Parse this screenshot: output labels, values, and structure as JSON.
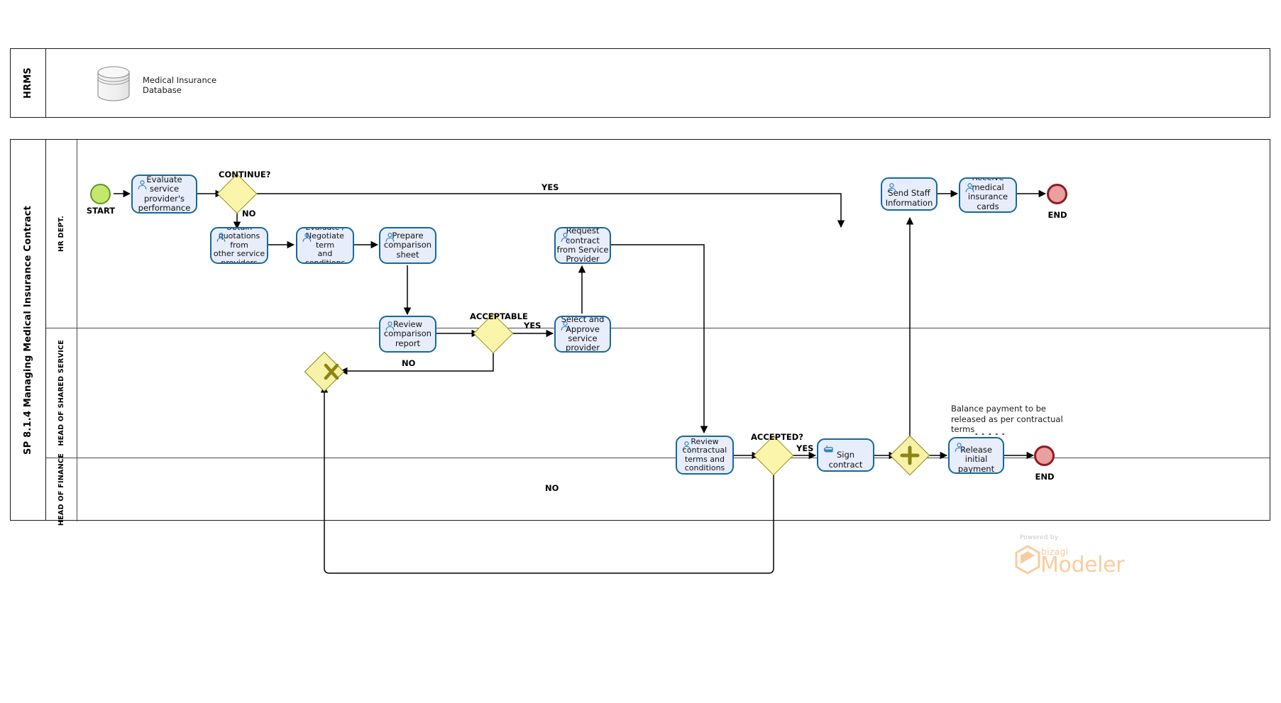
{
  "diagram": {
    "title": "SP 8.1.4 Managing Medical Insurance Contract",
    "type": "bpmn-flowchart"
  },
  "pools": [
    {
      "id": "hrms",
      "label": "HRMS"
    },
    {
      "id": "main",
      "label": "SP 8.1.4 Managing Medical Insurance Contract"
    }
  ],
  "lanes": [
    {
      "id": "hr",
      "label": "HR DEPT."
    },
    {
      "id": "shared",
      "label": "HEAD OF SHARED SERVICE"
    },
    {
      "id": "finance",
      "label": "HEAD OF FINANCE"
    }
  ],
  "datastore": {
    "name": "medical-insurance-database",
    "label": "Medical Insurance\nDatabase"
  },
  "events": [
    {
      "id": "start1",
      "kind": "start",
      "caption": "START",
      "lane": "hr"
    },
    {
      "id": "end1",
      "kind": "end",
      "caption": "END",
      "lane": "hr"
    },
    {
      "id": "end2",
      "kind": "end",
      "caption": "END",
      "lane": "finance"
    }
  ],
  "tasks": [
    {
      "id": "t1",
      "label": "Evaluate service\nprovider's\nperformance",
      "icon": "user-task-icon",
      "lane": "hr"
    },
    {
      "id": "t2",
      "label": "Obtain\nquotations from\nother service\nproviders",
      "icon": "user-task-icon",
      "lane": "hr"
    },
    {
      "id": "t3",
      "label": "Evaluate /\nNegotiate term\nand conditions",
      "icon": "user-task-icon",
      "lane": "hr"
    },
    {
      "id": "t4",
      "label": "Prepare\ncomparison\nsheet",
      "icon": "user-task-icon",
      "lane": "hr"
    },
    {
      "id": "t5",
      "label": "Request contract\nfrom Service\nProvider",
      "icon": "user-task-icon",
      "lane": "hr"
    },
    {
      "id": "t6",
      "label": "Review\ncomparison\nreport",
      "icon": "user-task-icon",
      "lane": "shared"
    },
    {
      "id": "t7",
      "label": "Select and\nApprove service\nprovider",
      "icon": "user-task-icon",
      "lane": "shared"
    },
    {
      "id": "t8",
      "label": "Review\ncontractual\nterms and\nconditions",
      "icon": "user-task-icon",
      "lane": "finance"
    },
    {
      "id": "t9",
      "label": "Sign contract",
      "icon": "manual-task-icon",
      "lane": "finance"
    },
    {
      "id": "t10",
      "label": "Release initial\npayment",
      "icon": "user-task-icon",
      "lane": "finance"
    },
    {
      "id": "t11",
      "label": "Send Staff\nInformation",
      "icon": "user-task-icon",
      "lane": "hr"
    },
    {
      "id": "t12",
      "label": "Receive medical\ninsurance cards\ndelivery",
      "icon": "user-task-icon",
      "lane": "hr"
    }
  ],
  "gateways": [
    {
      "id": "g1",
      "caption": "CONTINUE?",
      "marker": "",
      "lane": "hr"
    },
    {
      "id": "g2",
      "caption": "ACCEPTABLE",
      "marker": "",
      "lane": "shared"
    },
    {
      "id": "g3",
      "caption": "",
      "marker": "X",
      "lane": "shared"
    },
    {
      "id": "g4",
      "caption": "ACCEPTED?",
      "marker": "",
      "lane": "finance"
    },
    {
      "id": "g5",
      "caption": "",
      "marker": "+",
      "lane": "finance"
    }
  ],
  "flow_labels": [
    {
      "id": "f1",
      "text": "NO"
    },
    {
      "id": "f2",
      "text": "YES"
    },
    {
      "id": "f3",
      "text": "YES"
    },
    {
      "id": "f4",
      "text": "NO"
    },
    {
      "id": "f5",
      "text": "YES"
    },
    {
      "id": "f6",
      "text": "NO"
    }
  ],
  "annotation": {
    "name": "balance-payment-note",
    "text": "Balance payment to be released as per contractual terms"
  },
  "branding": {
    "powered_by": "Powered by",
    "bizagi": "bizagi",
    "modeler": "Modeler"
  },
  "colors": {
    "task_fill": "#e8edfb",
    "task_stroke": "#14699e",
    "gateway_fill": "#fbf5ac",
    "gateway_stroke": "#9a9214",
    "start_fill": "#c4e86b",
    "start_stroke": "#5f9625",
    "end_fill": "#e8a0a0",
    "end_stroke": "#8f1c1c",
    "connector": "#000000",
    "brand": "#f8cda0"
  }
}
